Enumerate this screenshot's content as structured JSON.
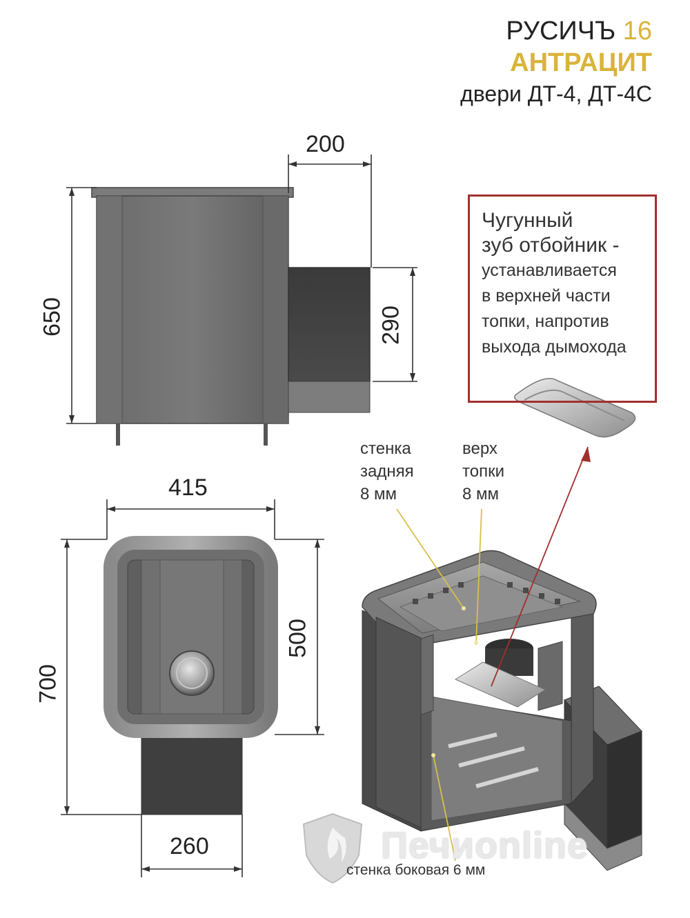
{
  "title": {
    "model": "РУСИЧЪ",
    "model_number": "16",
    "variant": "АНТРАЦИТ",
    "doors": "двери ДТ-4, ДТ-4С"
  },
  "dimensions": {
    "chimney_width": "200",
    "total_height": "650",
    "chimney_height": "290",
    "body_width": "415",
    "total_depth": "700",
    "body_depth": "500",
    "firebox_neck_width": "260"
  },
  "callout": {
    "heading_line1": "Чугунный",
    "heading_line2": "зуб отбойник -",
    "body_line1": "устанавливается",
    "body_line2": "в верхней части",
    "body_line3": "топки, напротив",
    "body_line4": "выхода дымохода"
  },
  "labels": {
    "rear_wall_line1": "стенка",
    "rear_wall_line2": "задняя",
    "rear_wall_line3": "8 мм",
    "top_line1": "верх",
    "top_line2": "топки",
    "top_line3": "8 мм",
    "side_wall": "стенка боковая 6 мм"
  },
  "logo": {
    "text": "Печиonline"
  },
  "colors": {
    "accent_gold": "#d9b43a",
    "callout_border": "#a0302e",
    "steel_dark": "#5c5c5c",
    "steel_light": "#8a8a8a",
    "steel_darkest": "#3c3c3c"
  }
}
